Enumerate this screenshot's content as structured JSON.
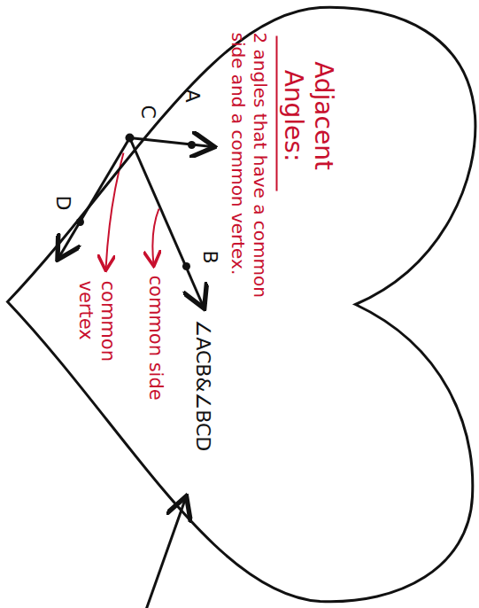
{
  "diagram": {
    "nodes": [
      {
        "text": [
          "Adjacent Angles:",
          "2 angles that have a common side and a common vertex."
        ]
      }
    ],
    "labels": [
      "A",
      "C",
      "B",
      "D",
      "∠ACB&∠BCD",
      "common side",
      "common vertex"
    ]
  }
}
